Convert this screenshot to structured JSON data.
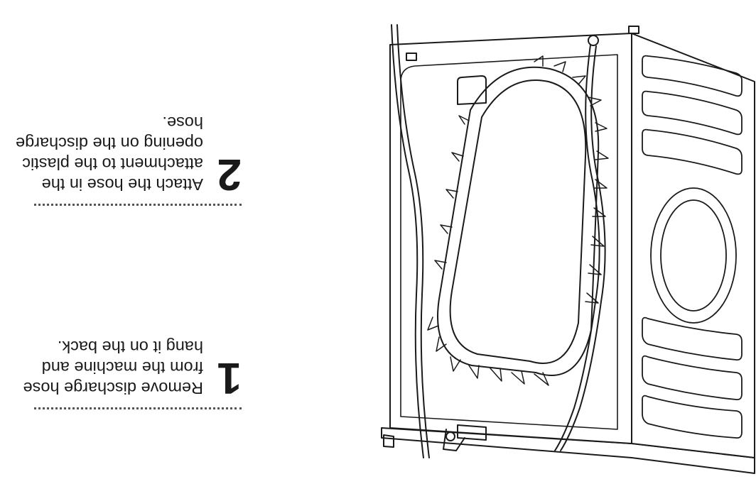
{
  "steps": [
    {
      "number": "1",
      "text": "Remove discharge hose from the machine and hang it on the back."
    },
    {
      "number": "2",
      "text": "Attach the hose in the attachment to the plastic opening on the discharge hose."
    }
  ],
  "illustration": {
    "subject": "washing-machine-rear-view",
    "line_color": "#1a1a1a"
  }
}
